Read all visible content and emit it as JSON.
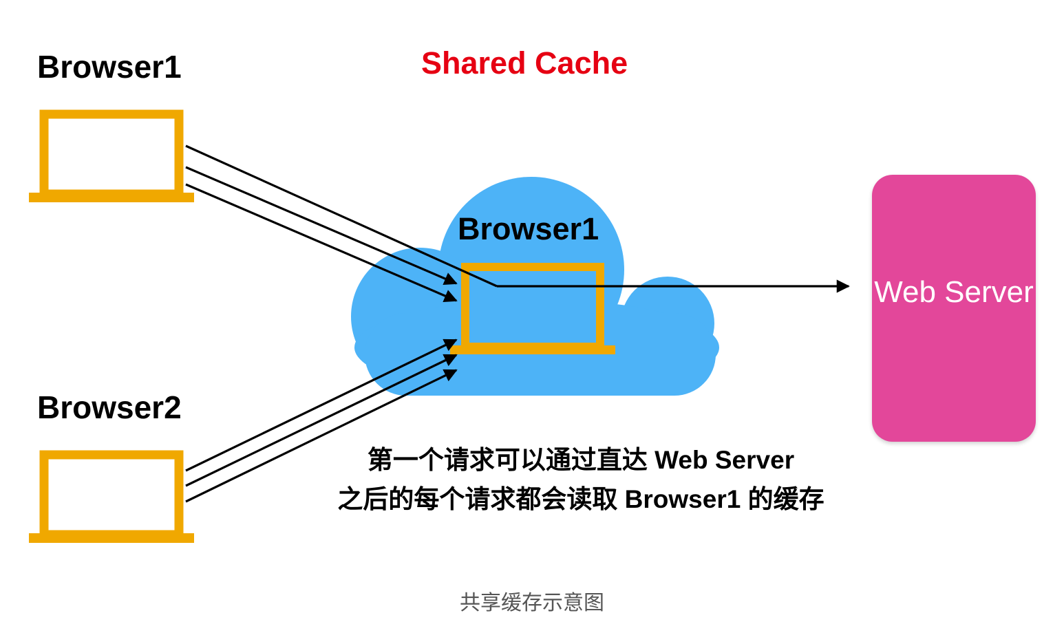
{
  "title": "Shared Cache",
  "browser1": {
    "label": "Browser1"
  },
  "browser2": {
    "label": "Browser2"
  },
  "cloud": {
    "label": "Browser1"
  },
  "server": {
    "label": "Web Server"
  },
  "caption_lines": [
    "第一个请求可以通过直达 Web Server",
    "之后的每个请求都会读取 Browser1 的缓存"
  ],
  "figure_caption": "共享缓存示意图",
  "colors": {
    "title": "#e60012",
    "laptop": "#f0a800",
    "cloud": "#4db3f7",
    "server": "#e3479a",
    "arrow": "#000000"
  },
  "icons": {
    "browser1": "laptop-icon",
    "browser2": "laptop-icon",
    "cache": "laptop-icon",
    "cloud": "cloud-icon"
  }
}
